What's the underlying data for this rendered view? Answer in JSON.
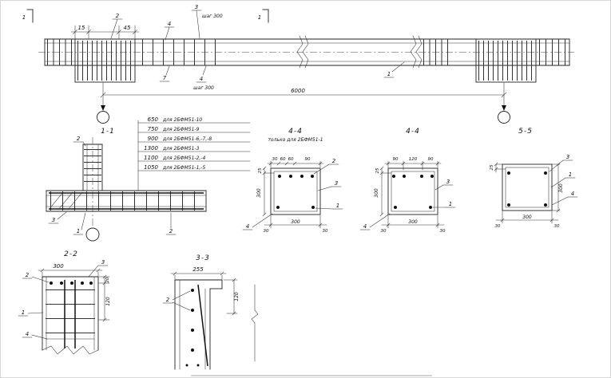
{
  "colors": {
    "ink": "#1a1a1a",
    "paper": "#ffffff"
  },
  "elevation": {
    "cut_mark_left": "1",
    "cut_mark_mid": "1",
    "dim_15": "15",
    "dim_45": "45",
    "callout_2": "2",
    "callout_4_top": "4",
    "callout_3": "3",
    "note_step_top": "шаг 300",
    "callout_7": "7",
    "callout_4_bottom": "4",
    "note_step_bottom": "шаг 300",
    "callout_1": "1",
    "dim_overall": "6000"
  },
  "section11": {
    "label": "1-1",
    "table": [
      {
        "len": "650",
        "note": "для 2БФМ51-10"
      },
      {
        "len": "750",
        "note": "для 2БФМ51-9"
      },
      {
        "len": "900",
        "note": "для 2БФМ51-6,-7,-8"
      },
      {
        "len": "1300",
        "note": "для 2БФМ51-3"
      },
      {
        "len": "1100",
        "note": "для 2БФМ51-2,-4"
      },
      {
        "len": "1050",
        "note": "для 2БФМ51-1,-5"
      }
    ],
    "callout_2_top": "2",
    "callout_3": "3",
    "callout_1": "1",
    "callout_2_bottom": "2"
  },
  "section44a": {
    "label": "4-4",
    "subtitle": "только для 2БФМ51-1",
    "dim_top": [
      "30",
      "60",
      "60",
      "90"
    ],
    "dim_25": "25",
    "dim_left": "300",
    "dim_bottom_left": "30",
    "dim_bottom": "300",
    "dim_bottom_right": "30",
    "callouts": {
      "c2": "2",
      "c3": "3",
      "c1": "1",
      "c4": "4"
    }
  },
  "section44b": {
    "label": "4-4",
    "dim_top": [
      "90",
      "120",
      "90"
    ],
    "dim_25": "25",
    "dim_left": "300",
    "dim_bottom_left": "30",
    "dim_bottom": "300",
    "dim_bottom_right": "30",
    "callouts": {
      "c3": "3",
      "c1": "1",
      "c4": "4"
    }
  },
  "section55": {
    "label": "5-5",
    "dim_25": "25",
    "dim_right": "300",
    "dim_bottom_left": "30",
    "dim_bottom": "300",
    "dim_bottom_right": "30",
    "callouts": {
      "c3": "3",
      "c1": "1",
      "c4": "4"
    }
  },
  "section22": {
    "label": "2-2",
    "dim_top": "300",
    "dim_20": "20",
    "dim_120": "120",
    "callouts": {
      "c2": "2",
      "c3": "3",
      "c1": "1",
      "c4": "4"
    }
  },
  "section33": {
    "label": "3-3",
    "dim_top": "255",
    "dim_120": "120",
    "callout_2": "2"
  }
}
